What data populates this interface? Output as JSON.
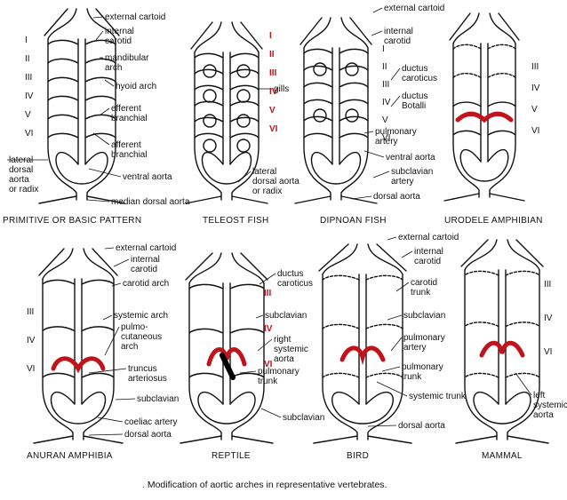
{
  "panels": [
    {
      "title": "PRIMITIVE OR BASIC PATTERN",
      "roman": [
        "I",
        "II",
        "III",
        "IV",
        "V",
        "VI"
      ]
    },
    {
      "title": "TELEOST FISH",
      "roman": [
        "I",
        "II",
        "III",
        "IV",
        "V",
        "VI"
      ]
    },
    {
      "title": "DIPNOAN FISH",
      "roman": [
        "I",
        "II",
        "III",
        "IV",
        "V",
        "VI"
      ]
    },
    {
      "title": "URODELE AMPHIBIAN",
      "roman": [
        "III",
        "IV",
        "V",
        "VI"
      ]
    },
    {
      "title": "ANURAN AMPHIBIA",
      "roman": [
        "III",
        "IV",
        "VI"
      ]
    },
    {
      "title": "REPTILE",
      "roman": [
        "III",
        "IV",
        "VI"
      ]
    },
    {
      "title": "BIRD",
      "roman": []
    },
    {
      "title": "MAMMAL",
      "roman": [
        "III",
        "IV",
        "VI"
      ]
    }
  ],
  "labels": {
    "external_cartoid_1": "external cartoid",
    "internal_carotid_1": "internal\ncarotid",
    "mandibular_arch": "mandibular\narch",
    "hyoid_arch": "hyoid arch",
    "efferent_branchial": "efferent\nbranchial",
    "afferent_branchial": "afferent\nbranchial",
    "ventral_aorta_1": "ventral aorta",
    "lateral_dorsal_aorta_1": "lateral\ndorsal\naorta\nor radix",
    "median_dorsal_aorta": "median dorsal aorta",
    "lateral_dorsal_aorta_2": "lateral\ndorsal aorta\nor radix",
    "gills": "gills",
    "external_cartoid_2": "external cartoid",
    "internal_carotid_2": "internal\ncarotid",
    "ductus_caroticus_1": "ductus\ncaroticus",
    "ductus_botalli": "ductus\nBotalli",
    "pulmonary_artery_1": "pulmonary\nartery",
    "ventral_aorta_2": "ventral aorta",
    "subclavian_artery": "subclavian\nartery",
    "dorsal_aorta_1": "dorsal aorta",
    "external_cartoid_3": "external cartoid",
    "internal_carotid_3": "internal\ncarotid",
    "carotid_arch": "carotid arch",
    "systemic_arch": "systemic arch",
    "pulmo_cutaneous_arch": "pulmo-\ncutaneous\narch",
    "truncus_arteriosus": "truncus\narteriosus",
    "subclavian_1": "subclavian",
    "coeliac_artery": "coeliac artery",
    "dorsal_aorta_2": "dorsal aorta",
    "ductus_caroticus_2": "ductus\ncaroticus",
    "subclavian_2": "subclavian",
    "right_systemic_aorta": "right\nsystemic\naorta",
    "pulmonary_trunk_1": "pulmonary\ntrunk",
    "subclavian_3": "subclavian",
    "external_cartoid_4": "external cartoid",
    "internal_carotid_4": "internal\ncarotid",
    "carotid_trunk": "carotid\ntrunk",
    "subclavian_4": "subclavian",
    "pulmonary_artery_2": "pulmonary\nartery",
    "pulmonary_trunk_2": "pulmonary\ntrunk",
    "systemic_trunk": "systemic trunk",
    "dorsal_aorta_3": "dorsal aorta",
    "left_systemic_aorta": "left\nsystemic\naorta"
  },
  "caption": {
    "mark": ".",
    "text": "Modification of aortic arches in representative vertebrates."
  },
  "colors": {
    "ink": "#111111",
    "accent": "#c0141c"
  }
}
